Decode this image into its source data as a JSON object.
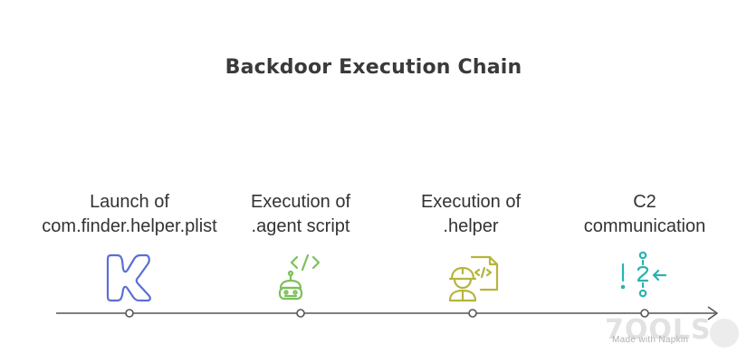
{
  "title": "Backdoor Execution Chain",
  "steps": [
    {
      "line1": "Launch of",
      "line2": "com.finder.helper.plist",
      "icon": "kubernetes-k-icon",
      "color": "#5b6fd6"
    },
    {
      "line1": "Execution of",
      "line2": ".agent script",
      "icon": "robot-code-icon",
      "color": "#7cc05a"
    },
    {
      "line1": "Execution of",
      "line2": ".helper",
      "icon": "worker-code-icon",
      "color": "#b6b53c"
    },
    {
      "line1": "C2",
      "line2": "communication",
      "icon": "network-signal-icon",
      "color": "#2bb3b0"
    }
  ],
  "watermark": {
    "logo": "7OOLS",
    "text": "Made with Napkin"
  }
}
